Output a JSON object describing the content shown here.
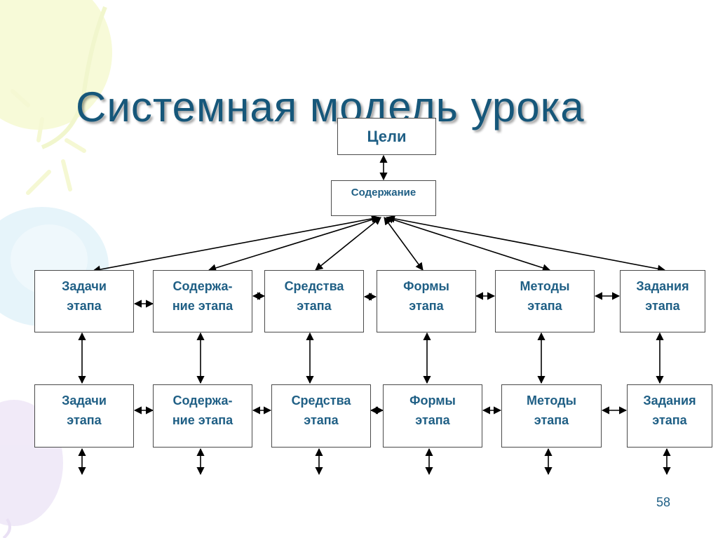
{
  "slide": {
    "title": "Системная модель урока",
    "page_number": "58"
  },
  "diagram": {
    "top": {
      "goals": "Цели",
      "content": "Содержание"
    },
    "row1": [
      {
        "line1": "Задачи",
        "line2": "этапа"
      },
      {
        "line1": "Содержа-",
        "line2": "ние этапа"
      },
      {
        "line1": "Средства",
        "line2": "этапа"
      },
      {
        "line1": "Формы",
        "line2": "этапа"
      },
      {
        "line1": "Методы",
        "line2": "этапа"
      },
      {
        "line1": "Задания",
        "line2": "этапа"
      }
    ],
    "row2": [
      {
        "line1": "Задачи",
        "line2": "этапа"
      },
      {
        "line1": "Содержа-",
        "line2": "ние этапа"
      },
      {
        "line1": "Средства",
        "line2": "этапа"
      },
      {
        "line1": "Формы",
        "line2": "этапа"
      },
      {
        "line1": "Методы",
        "line2": "этапа"
      },
      {
        "line1": "Задания",
        "line2": "этапа"
      }
    ]
  },
  "colors": {
    "title": "#16577a",
    "box_text": "#1f5f85",
    "border": "#4a4a4a",
    "arrow": "#000000"
  }
}
